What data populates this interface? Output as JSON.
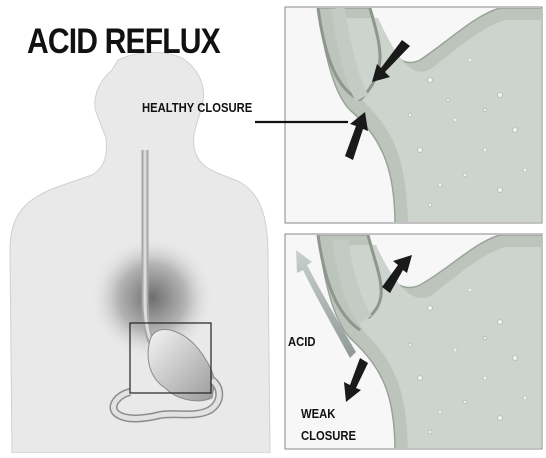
{
  "title": "ACID REFLUX",
  "labels": {
    "healthy_closure": "HEALTHY CLOSURE",
    "acid": "ACID",
    "weak_line1": "WEAK",
    "weak_line2": "CLOSURE"
  },
  "colors": {
    "background": "#ffffff",
    "body": "#e9e9e9",
    "body_outline": "#cfcfcf",
    "stomach_wall": "#9aa39a",
    "stomach_fill": "#cdd3cd",
    "arrow": "#1a1a1a",
    "acid_arrow": "#9fa8a4",
    "text": "#111111"
  }
}
